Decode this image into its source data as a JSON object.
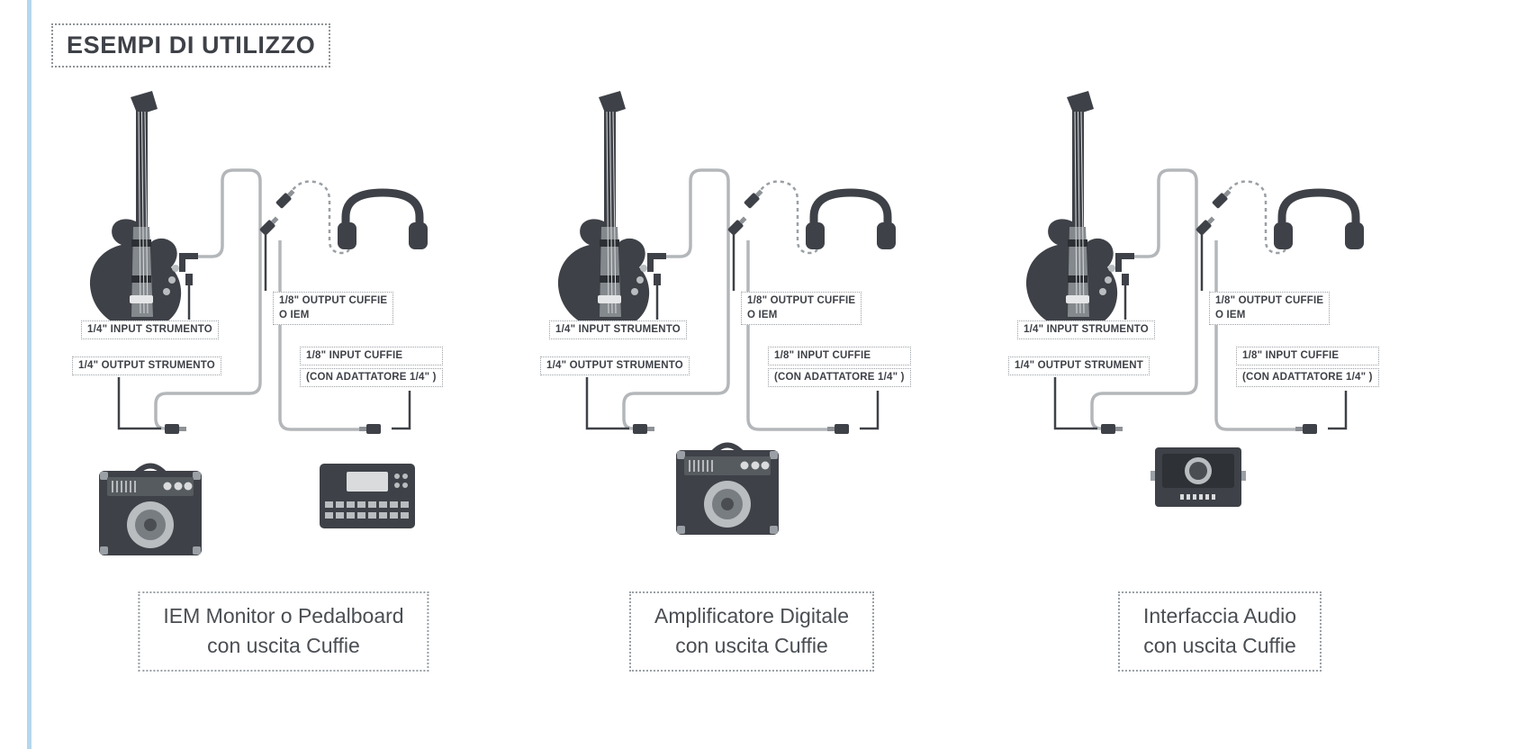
{
  "page": {
    "title": "ESEMPI DI UTILIZZO"
  },
  "colors": {
    "ink": "#3e4147",
    "cable": "#b4b7ba",
    "dashed_cable": "#9aa0a5",
    "edge_stripe": "#b5d7ee"
  },
  "panels": [
    {
      "input_strumento": "1/4\" INPUT STRUMENTO",
      "output_strumento": "1/4\" OUTPUT STRUMENTO",
      "output_cuffie_line1": "1/8\" OUTPUT CUFFIE",
      "output_cuffie_line2": "O IEM",
      "input_cuffie_line1": "1/8\" INPUT CUFFIE",
      "input_cuffie_line2": "(CON ADATTATORE 1/4\" )",
      "caption_line1": "IEM Monitor o Pedalboard",
      "caption_line2": "con uscita Cuffie"
    },
    {
      "input_strumento": "1/4\" INPUT STRUMENTO",
      "output_strumento": "1/4\" OUTPUT STRUMENTO",
      "output_cuffie_line1": "1/8\" OUTPUT CUFFIE",
      "output_cuffie_line2": "O IEM",
      "input_cuffie_line1": "1/8\" INPUT CUFFIE",
      "input_cuffie_line2": "(CON ADATTATORE 1/4\" )",
      "caption_line1": "Amplificatore Digitale",
      "caption_line2": "con uscita Cuffie"
    },
    {
      "input_strumento": "1/4\" INPUT STRUMENTO",
      "output_strumento": "1/4\" OUTPUT STRUMENT",
      "output_cuffie_line1": "1/8\" OUTPUT CUFFIE",
      "output_cuffie_line2": "O IEM",
      "input_cuffie_line1": "1/8\" INPUT CUFFIE",
      "input_cuffie_line2": "(CON ADATTATORE 1/4\" )",
      "caption_line1": "Interfaccia Audio",
      "caption_line2": "con uscita Cuffie"
    }
  ]
}
